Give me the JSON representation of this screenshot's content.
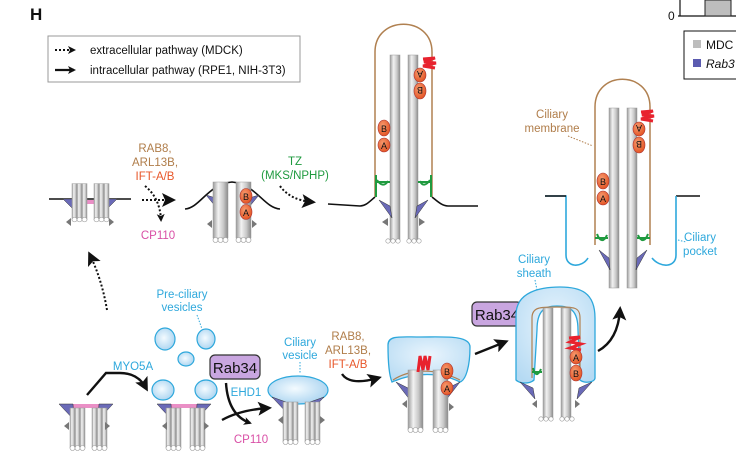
{
  "panel_label": "H",
  "legend": {
    "extracellular": "extracellular pathway (MDCK)",
    "intracellular": "intracellular pathway (RPE1, NIH-3T3)"
  },
  "corner_chart": {
    "axis_zero": "0",
    "legend_items": [
      {
        "label": "MDC",
        "color": "#bdbdbd"
      },
      {
        "label": "Rab3",
        "color": "#5b5bb0",
        "italic": true
      }
    ]
  },
  "colors": {
    "brown": "#b07d4a",
    "orange": "#e8572a",
    "pink": "#d94fa6",
    "green": "#1f9a3f",
    "cyan": "#2ea8dc",
    "rab34_fill": "#c9a6e0",
    "membrane": "#b08050",
    "ift_fill": "#ef6a3a",
    "red_ax": "#e8222e",
    "vesicle_fill": "#cfe6f7",
    "appendage": "#6a6ab8",
    "cap_pink": "#ea8fc6"
  },
  "labels": {
    "top_step1": {
      "line1": "RAB8,",
      "line2": "ARL13B,",
      "line3": "IFT-A/B"
    },
    "top_cp110": "CP110",
    "tz": {
      "line1": "TZ",
      "line2": "(MKS/NPHP)"
    },
    "ift_b": "B",
    "ift_a": "A",
    "ciliary_membrane": {
      "line1": "Ciliary",
      "line2": "membrane"
    },
    "ciliary_pocket": {
      "line1": "Ciliary",
      "line2": "pocket"
    },
    "ciliary_sheath": {
      "line1": "Ciliary",
      "line2": "sheath"
    },
    "preciliary": {
      "line1": "Pre-ciliary",
      "line2": "vesicles"
    },
    "myo5a": "MYO5A",
    "rab34_a": "Rab34",
    "rab34_b": "Rab34",
    "ehd1": "EHD1",
    "bottom_cp110": "CP110",
    "ciliary_vesicle": {
      "line1": "Ciliary",
      "line2": "vesicle"
    },
    "bottom_step": {
      "line1": "RAB8,",
      "line2": "ARL13B,",
      "line3": "IFT-A/B"
    }
  }
}
